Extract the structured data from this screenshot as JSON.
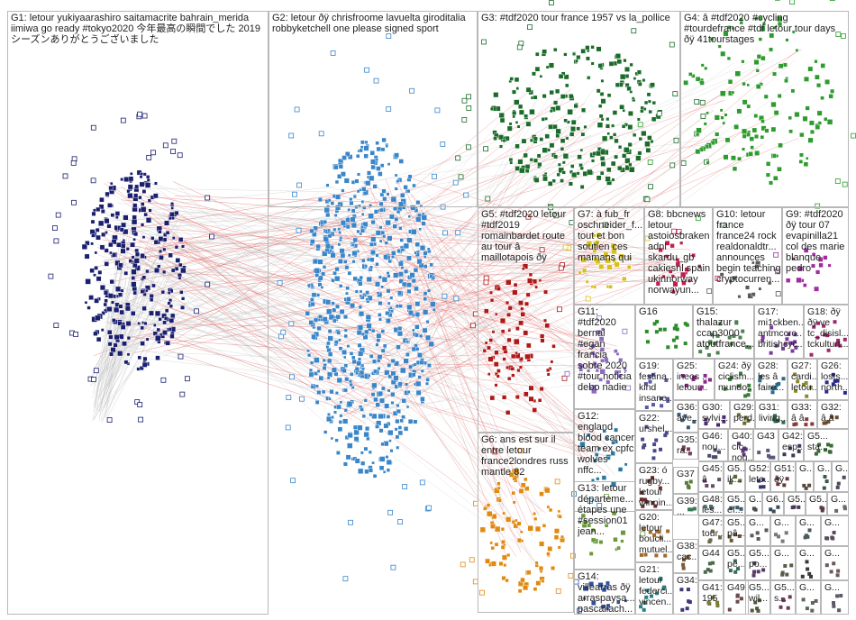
{
  "edge_color": "#c0c0c0",
  "cross_edge_color": "#e04040",
  "groups": [
    {
      "id": "G1",
      "label": "G1: letour yukiyaarashiro saitamacrite bahrain_merida iimiwa go ready #tokyo2020 今年最高の瞬間でした 2019 シーズンありがとうございました",
      "color": "#1a1f6e"
    },
    {
      "id": "G2",
      "label": "G2: letour ðÿ chrisfroome lavuelta giroditalia robbyketchell one please signed sport",
      "color": "#3a86c8"
    },
    {
      "id": "G3",
      "label": "G3: #tdf2020 tour france 1957 vs la_pollice",
      "color": "#1b6b2a"
    },
    {
      "id": "G4",
      "label": "G4: â #tdf2020 #cycling #tourdefrance #tdf letour tour days ðÿ 41tourstages",
      "color": "#2e9b2e"
    },
    {
      "id": "G5",
      "label": "G5: #tdf2020 letour #tdf2019 romainbardet route au tour â maillotapois ðÿ",
      "color": "#b01818"
    },
    {
      "id": "G6",
      "label": "G6: ans est sur il entre letour france2londres russ mantle 82",
      "color": "#e08a10"
    },
    {
      "id": "G7",
      "label": "G7: à fub_fr oschneider_f... tout et bon soutien ces mamans qui",
      "color": "#d4c21a"
    },
    {
      "id": "G8",
      "label": "G8: bbcnews letour astoiosbraken adnl skardu_gb cakiesnl spain ukinnorway norwayun...",
      "color": "#c02050"
    },
    {
      "id": "G9",
      "label": "G9: #tdf2020 ðÿ tour 07 evapinilla21 col des marie blanque pedro",
      "color": "#a02ca0"
    },
    {
      "id": "G10",
      "label": "G10: letour france france24 rock realdonaldtr... announces begin teaching cryptocurren...",
      "color": "#5a5a5a"
    },
    {
      "id": "G11",
      "label": "G11: #tdf2020 bernal #egan francia sobre 2020 #tour noticia debo nadie",
      "color": "#8c6cc0"
    },
    {
      "id": "G12",
      "label": "G12: england blood cancer team ex cpfc wolves nffc...",
      "color": "#2a7aa0"
    },
    {
      "id": "G13",
      "label": "G13: letour départeme... étapes une #session01 jean...",
      "color": "#6a9a3a"
    },
    {
      "id": "G14",
      "label": "G14: villearras ðÿ arraspaysa... pascallach... hautsdefra...",
      "color": "#3050a0"
    },
    {
      "id": "G15",
      "label": "G15: thalazur ccap3000 atoutfrance...",
      "color": "#508050"
    },
    {
      "id": "G16",
      "label": "G16",
      "color": "#2c8c2c"
    },
    {
      "id": "G17",
      "label": "G17: mi1ckben... antmccro... britishcyc...",
      "color": "#7a3a9a"
    },
    {
      "id": "G18",
      "label": "G18: ðÿ ðÿ ve tc_disisl... tckulturt...",
      "color": "#9a2a6a"
    },
    {
      "id": "G19",
      "label": "G19: festina... kind insane...",
      "color": "#5a5aa0"
    },
    {
      "id": "G20",
      "label": "G20: letour boucli... mutuel...",
      "color": "#a06a2a"
    },
    {
      "id": "G21",
      "label": "G21: letour federci... vincen...",
      "color": "#2a8080"
    },
    {
      "id": "G22",
      "label": "G22: urshel...",
      "color": "#4a4a8a"
    },
    {
      "id": "G23",
      "label": "G23: ó rugby... letour winnin...",
      "color": "#6a2a2a"
    },
    {
      "id": "G24",
      "label": "G24: ðÿ ciclism... mundo...",
      "color": "#3a7a3a"
    },
    {
      "id": "G25",
      "label": "G25: ineos ... letour...",
      "color": "#8a2a8a"
    },
    {
      "id": "G26",
      "label": "G26: losts... north...",
      "color": "#2a2a8a"
    },
    {
      "id": "G27",
      "label": "G27: cardi... letou...",
      "color": "#8a8a2a"
    },
    {
      "id": "G28",
      "label": "G28: les â faire...",
      "color": "#2a6a8a"
    },
    {
      "id": "G29",
      "label": "G29: perd...",
      "color": "#6a6a2a"
    },
    {
      "id": "G30",
      "label": "G30: sylvi...",
      "color": "#4a2a6a"
    },
    {
      "id": "G31",
      "label": "G31: living...",
      "color": "#2a6a4a"
    },
    {
      "id": "G32",
      "label": "G32: â â",
      "color": "#6a4a2a"
    },
    {
      "id": "G33",
      "label": "G33: â â",
      "color": "#8a3a3a"
    },
    {
      "id": "G34",
      "label": "G34:",
      "color": "#3a3a7a"
    },
    {
      "id": "G35",
      "label": "G35: ra...",
      "color": "#7a3a5a"
    },
    {
      "id": "G36",
      "label": "G36: ave...",
      "color": "#3a5a7a"
    },
    {
      "id": "G37",
      "label": "G37",
      "color": "#5a7a3a"
    },
    {
      "id": "G38",
      "label": "G38: cac...",
      "color": "#7a5a3a"
    },
    {
      "id": "G39",
      "label": "G39: ...",
      "color": "#3a7a5a"
    },
    {
      "id": "G40",
      "label": "G40: cic... nou...",
      "color": "#5a3a7a"
    },
    {
      "id": "G41",
      "label": "G41: 195",
      "color": "#7a7a3a"
    },
    {
      "id": "G42",
      "label": "G42: esp...",
      "color": "#3a3a5a"
    },
    {
      "id": "G43",
      "label": "G43",
      "color": "#5a5a7a"
    },
    {
      "id": "G44",
      "label": "G44",
      "color": "#4a6a4a"
    },
    {
      "id": "G45",
      "label": "G45: â",
      "color": "#6a4a6a"
    },
    {
      "id": "G46",
      "label": "G46: nou...",
      "color": "#4a4a6a"
    },
    {
      "id": "G47",
      "label": "G47: tour...",
      "color": "#6a6a4a"
    },
    {
      "id": "G48",
      "label": "G48: les...",
      "color": "#4a6a6a"
    },
    {
      "id": "G49",
      "label": "G49",
      "color": "#6a4a4a"
    },
    {
      "id": "G50",
      "label": "G5... sta...",
      "color": "#3a6a3a"
    },
    {
      "id": "G51",
      "label": "G51: ðÿ",
      "color": "#6a3a3a"
    },
    {
      "id": "G52",
      "label": "G52: leto...",
      "color": "#3a3a6a"
    },
    {
      "id": "G53",
      "label": "G5... ik...",
      "color": "#5a6a3a"
    },
    {
      "id": "G54",
      "label": "G5... ef...",
      "color": "#3a5a6a"
    },
    {
      "id": "G55",
      "label": "G5... pâ...",
      "color": "#6a5a3a"
    },
    {
      "id": "G56",
      "label": "G5... pe...",
      "color": "#3a6a5a"
    },
    {
      "id": "G57",
      "label": "G5... po...",
      "color": "#5a3a6a"
    },
    {
      "id": "G58",
      "label": "G5... s...",
      "color": "#6a3a5a"
    },
    {
      "id": "G59",
      "label": "G5... wil...",
      "color": "#4a5a3a"
    },
    {
      "id": "G60",
      "label": "G6...",
      "color": "#3a4a5a"
    },
    {
      "id": "G61",
      "label": "G...",
      "color": "#5a4a3a"
    },
    {
      "id": "G62",
      "label": "G...",
      "color": "#3a5a4a"
    },
    {
      "id": "G63",
      "label": "G5...",
      "color": "#4a3a5a"
    },
    {
      "id": "G64",
      "label": "G5...",
      "color": "#5a3a4a"
    },
    {
      "id": "G65",
      "label": "G...",
      "color": "#4a4a4a"
    },
    {
      "id": "G66",
      "label": "G...",
      "color": "#6a6a6a"
    },
    {
      "id": "G67",
      "label": "G...",
      "color": "#5a5a5a"
    },
    {
      "id": "G68",
      "label": "G...",
      "color": "#7a7a7a"
    },
    {
      "id": "G69",
      "label": "G...",
      "color": "#4a5a5a"
    },
    {
      "id": "G70",
      "label": "G...",
      "color": "#5a4a5a"
    },
    {
      "id": "G71",
      "label": "G...",
      "color": "#5a5a4a"
    },
    {
      "id": "G72",
      "label": "G...",
      "color": "#3a3a3a"
    },
    {
      "id": "G73",
      "label": "G...",
      "color": "#6a5a5a"
    },
    {
      "id": "G74",
      "label": "G...",
      "color": "#5a6a5a"
    },
    {
      "id": "G75",
      "label": "G...",
      "color": "#5a5a6a"
    },
    {
      "id": "G76",
      "label": "G...",
      "color": "#4a4a5a"
    }
  ]
}
